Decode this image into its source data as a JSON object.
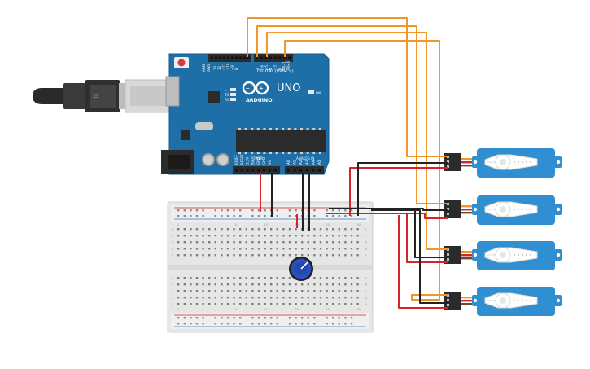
{
  "board": {
    "logo_text": "ARDUINO",
    "model": "UNO",
    "digital_label": "DIGITAL (PWM ~)",
    "power_label": "POWER",
    "analog_label": "ANALOG IN",
    "on_label": "ON",
    "tx_label": "TX",
    "rx_label": "RX",
    "l_label": "L",
    "aref_label": "AREF",
    "gnd_label": "GND",
    "ioref_label": "IOREF",
    "reset_label": "RESET",
    "v33_label": "3.3V",
    "v5_label": "5V",
    "vin_label": "Vin",
    "digital_pins": [
      "13",
      "12",
      "~11",
      "~10",
      "~9",
      "8",
      "7",
      "~6",
      "~5",
      "4",
      "~3",
      "2",
      "TX→1",
      "RX←0"
    ],
    "analog_pins": [
      "A0",
      "A1",
      "A2",
      "A3",
      "A4",
      "A5"
    ]
  },
  "breadboard": {
    "row_letters_top": [
      "j",
      "i",
      "h",
      "g",
      "f"
    ],
    "row_letters_bottom": [
      "e",
      "d",
      "c",
      "b",
      "a"
    ],
    "column_numbers": [
      "1",
      "5",
      "10",
      "15",
      "20",
      "25",
      "30"
    ]
  },
  "components": {
    "usb_cable": "usb-cable",
    "potentiometer": "potentiometer",
    "servo_count": 4
  },
  "colors": {
    "board": "#1e6fa8",
    "wire_signal": "#f29727",
    "wire_power": "#d4232a",
    "wire_ground": "#222222",
    "servo": "#2f8fd0"
  }
}
